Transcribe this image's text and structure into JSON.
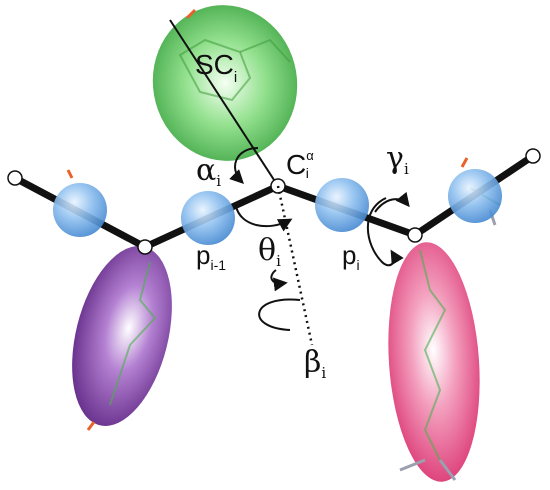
{
  "labels": {
    "sc_main": "SC",
    "sc_sub": "i",
    "alpha_main": "α",
    "alpha_sub": "i",
    "ca_main": "C",
    "ca_sup": "α",
    "ca_sub": "i",
    "gamma_main": "γ",
    "gamma_sub": "i",
    "theta_main": "θ",
    "theta_sub": "i",
    "p_prev_main": "p",
    "p_prev_sub": "i-1",
    "p_main": "p",
    "p_sub": "i",
    "beta_main": "β",
    "beta_sub": "i"
  },
  "colors": {
    "backbone": "#111111",
    "bead_blue": "#4a90d9",
    "sidechain_green": "#3fae3f",
    "sidechain_purple": "#6a2a8e",
    "sidechain_pink": "#e0457a",
    "atom_stick_green": "#4caf50",
    "atom_stick_orange": "#e8622a",
    "atom_stick_grey": "#9aa0b0"
  }
}
